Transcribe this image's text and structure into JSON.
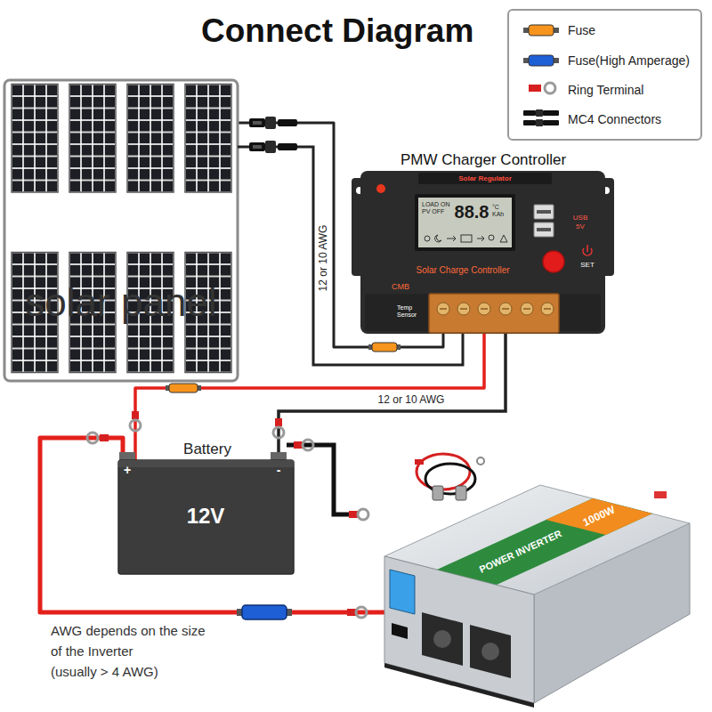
{
  "diagram": {
    "title": "Connect Diagram",
    "nodes": [
      {
        "text": [
          "solar panel"
        ]
      },
      {
        "text": [
          "PMW Charger Controller",
          "Solar Regulator",
          "LOAD ON PV OFF",
          "88.8",
          "°C KAh",
          "USB 5V",
          "SET",
          "Solar Charge Controller",
          "CMB",
          "Temp Sensor"
        ]
      },
      {
        "text": [
          "Battery",
          "12V",
          "+",
          "-"
        ]
      },
      {
        "text": [
          "POWER INVERTER",
          "1000W"
        ]
      }
    ],
    "edges": [
      {
        "from": 0,
        "to": 1,
        "arrow": "none"
      },
      {
        "from": 1,
        "to": 2,
        "arrow": "none"
      },
      {
        "from": 2,
        "to": 3,
        "arrow": "none"
      }
    ],
    "labels": [
      "12 or 10 AWG",
      "12 or 10 AWG",
      "AWG depends on the size of the Inverter",
      "(usually > 4 AWG)"
    ],
    "legend": [
      {
        "text": "Fuse",
        "color": "#f7941d"
      },
      {
        "text": "Fuse(High Amperage)",
        "color": "#1f5fd6"
      },
      {
        "text": "Ring Terminal"
      },
      {
        "text": "MC4 Connectors"
      }
    ]
  }
}
